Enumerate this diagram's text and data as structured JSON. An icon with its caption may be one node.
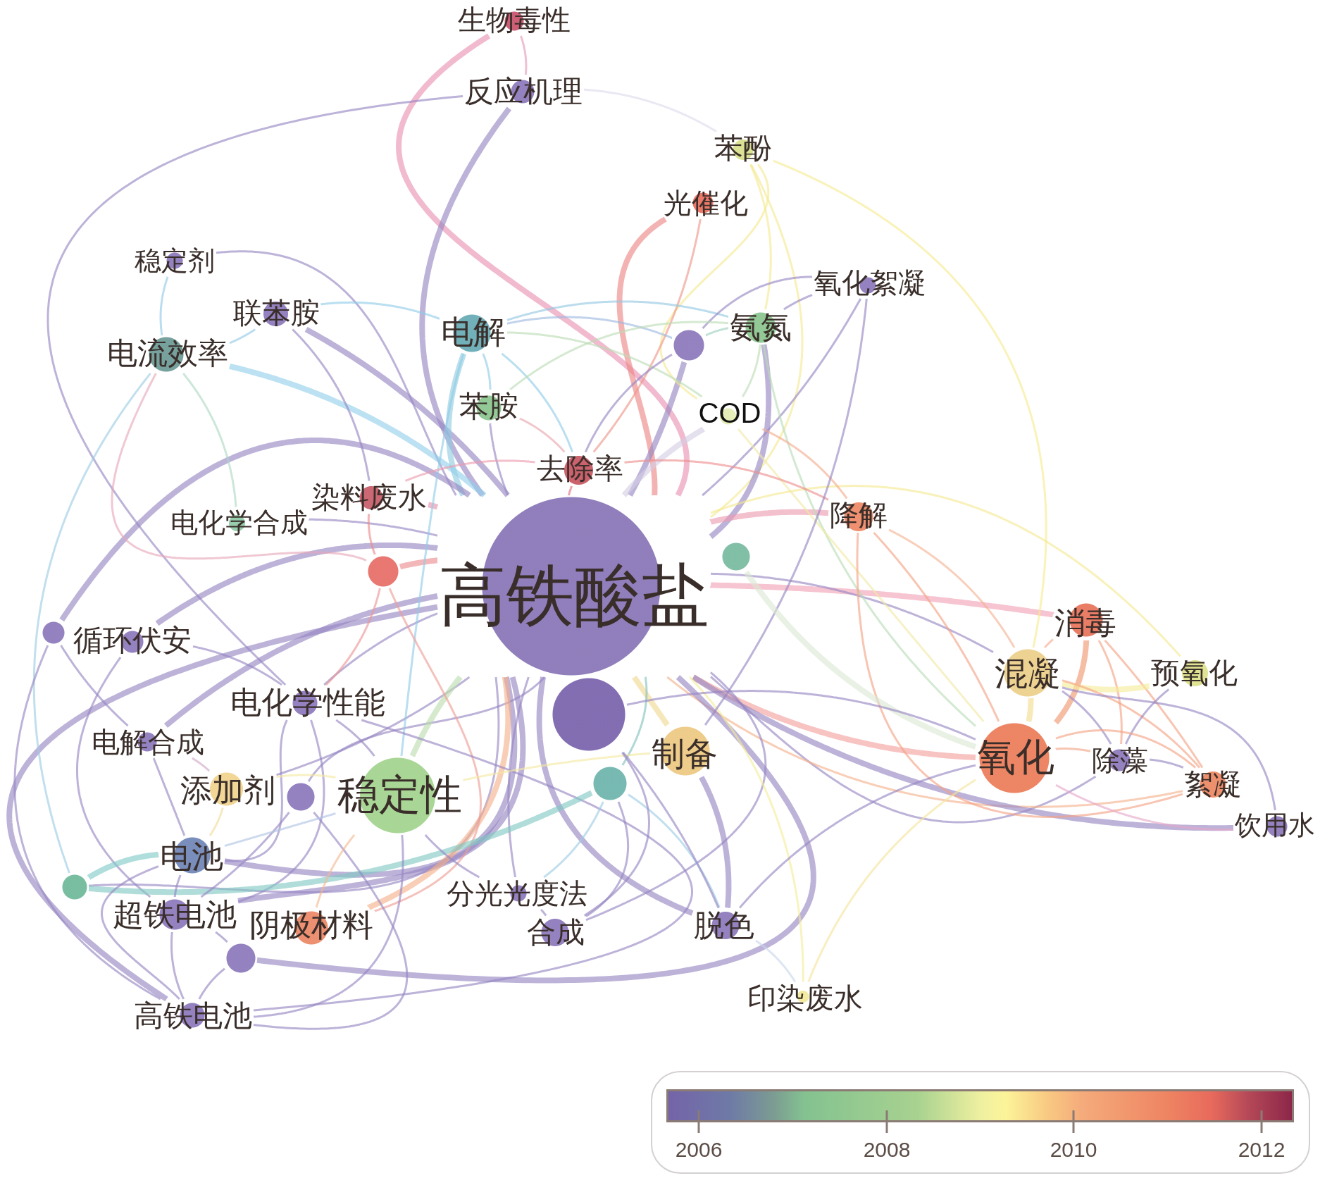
{
  "diagram": {
    "nodes": [
      {
        "text": [
          "生物毒性"
        ]
      },
      {
        "text": [
          "反应机理"
        ]
      },
      {
        "text": [
          "苯酚"
        ]
      },
      {
        "text": [
          "光催化"
        ]
      },
      {
        "text": [
          "稳定剂"
        ]
      },
      {
        "text": [
          "氧化絮凝"
        ]
      },
      {
        "text": [
          "联苯胺"
        ]
      },
      {
        "text": [
          "电解"
        ]
      },
      {
        "text": [
          "氨氮"
        ]
      },
      {
        "text": [],
        "shape": "circle"
      },
      {
        "text": [
          "电流效率"
        ]
      },
      {
        "text": [
          "苯胺"
        ]
      },
      {
        "text": [
          "COD"
        ]
      },
      {
        "text": [
          "去除率"
        ]
      },
      {
        "text": [
          "染料废水"
        ]
      },
      {
        "text": [
          "降解"
        ]
      },
      {
        "text": [
          "电化学合成"
        ]
      },
      {
        "text": [],
        "shape": "circle"
      },
      {
        "text": [],
        "shape": "circle"
      },
      {
        "text": [
          "高铁酸盐"
        ]
      },
      {
        "text": [
          "消毒"
        ]
      },
      {
        "text": [],
        "shape": "circle"
      },
      {
        "text": [
          "循环伏安"
        ]
      },
      {
        "text": [],
        "shape": "circle"
      },
      {
        "text": [
          "混凝"
        ]
      },
      {
        "text": [
          "预氧化"
        ]
      },
      {
        "text": [
          "电化学性能"
        ]
      },
      {
        "text": [
          "电解合成"
        ]
      },
      {
        "text": [
          "制备"
        ]
      },
      {
        "text": [],
        "shape": "circle"
      },
      {
        "text": [
          "氧化"
        ]
      },
      {
        "text": [
          "除藻"
        ]
      },
      {
        "text": [
          "絮凝"
        ]
      },
      {
        "text": [
          "添加剂"
        ]
      },
      {
        "text": [],
        "shape": "circle"
      },
      {
        "text": [
          "稳定性"
        ]
      },
      {
        "text": [
          "饮用水"
        ]
      },
      {
        "text": [
          "电池"
        ]
      },
      {
        "text": [],
        "shape": "circle"
      },
      {
        "text": [
          "分光光度法"
        ]
      },
      {
        "text": [
          "超铁电池"
        ]
      },
      {
        "text": [
          "阴极材料"
        ]
      },
      {
        "text": [
          "脱色"
        ]
      },
      {
        "text": [
          "合成"
        ]
      },
      {
        "text": [],
        "shape": "circle"
      },
      {
        "text": [
          "印染废水"
        ]
      },
      {
        "text": [
          "高铁电池"
        ]
      }
    ],
    "edges": [
      {
        "from": 19,
        "to": 0,
        "arrow": "none",
        "style": "thick",
        "color": "#e98fb0"
      },
      {
        "from": 19,
        "to": 1,
        "arrow": "none",
        "style": "thick"
      },
      {
        "from": 19,
        "to": 2,
        "arrow": "none",
        "color": "#f3e88e"
      },
      {
        "from": 19,
        "to": 3,
        "arrow": "none",
        "style": "thick",
        "color": "#ec8584"
      },
      {
        "from": 4,
        "to": 19,
        "arrow": "none"
      },
      {
        "from": 19,
        "to": 5,
        "arrow": "none"
      },
      {
        "from": 6,
        "to": 19,
        "arrow": "none",
        "style": "thick"
      },
      {
        "from": 19,
        "to": 7,
        "arrow": "none",
        "style": "thick",
        "color": "#8ecbe0"
      },
      {
        "from": 19,
        "to": 8,
        "arrow": "none",
        "style": "thick"
      },
      {
        "from": 19,
        "to": 9,
        "arrow": "none",
        "style": "thick"
      },
      {
        "from": 10,
        "to": 19,
        "arrow": "none",
        "style": "thick",
        "color": "#92cfea"
      },
      {
        "from": 19,
        "to": 11,
        "arrow": "none"
      },
      {
        "from": 19,
        "to": 12,
        "arrow": "none",
        "style": "thick",
        "color": "#d3cde4"
      },
      {
        "from": 19,
        "to": 13,
        "arrow": "none",
        "color": "#e2707c"
      },
      {
        "from": 14,
        "to": 19,
        "arrow": "none",
        "style": "thick",
        "color": "#e98fab"
      },
      {
        "from": 19,
        "to": 15,
        "arrow": "none",
        "style": "thick",
        "color": "#ec9aae"
      },
      {
        "from": 16,
        "to": 19,
        "arrow": "none"
      },
      {
        "from": 18,
        "to": 19,
        "arrow": "none",
        "style": "thick",
        "color": "#ec8a8e"
      },
      {
        "from": 19,
        "to": 20,
        "arrow": "none",
        "style": "thick",
        "color": "#f0a2b4"
      },
      {
        "from": 21,
        "to": 19,
        "arrow": "none",
        "style": "thick"
      },
      {
        "from": 22,
        "to": 19,
        "arrow": "none",
        "style": "thick"
      },
      {
        "from": 19,
        "to": 24,
        "arrow": "none"
      },
      {
        "from": 19,
        "to": 25,
        "arrow": "none",
        "color": "#f3e88e"
      },
      {
        "from": 26,
        "to": 19,
        "arrow": "none"
      },
      {
        "from": 27,
        "to": 19,
        "arrow": "none",
        "style": "thick"
      },
      {
        "from": 28,
        "to": 19,
        "arrow": "none",
        "style": "thick",
        "color": "#f1d892"
      },
      {
        "from": 29,
        "to": 19,
        "arrow": "none",
        "color": "#7fc0bc"
      },
      {
        "from": 30,
        "to": 19,
        "arrow": "none",
        "style": "thick",
        "color": "#f2a09c"
      },
      {
        "from": 19,
        "to": 31,
        "arrow": "none"
      },
      {
        "from": 19,
        "to": 32,
        "arrow": "none",
        "color": "#f3b08a"
      },
      {
        "from": 33,
        "to": 19,
        "arrow": "none"
      },
      {
        "from": 34,
        "to": 19,
        "arrow": "none"
      },
      {
        "from": 35,
        "to": 19,
        "arrow": "none",
        "style": "thick",
        "color": "#bcdcae"
      },
      {
        "from": 19,
        "to": 36,
        "arrow": "none",
        "style": "thick"
      },
      {
        "from": 37,
        "to": 19,
        "arrow": "none",
        "style": "thick"
      },
      {
        "from": 38,
        "to": 19,
        "arrow": "none"
      },
      {
        "from": 39,
        "to": 19,
        "arrow": "none"
      },
      {
        "from": 40,
        "to": 19,
        "arrow": "none",
        "style": "thick"
      },
      {
        "from": 41,
        "to": 19,
        "arrow": "none",
        "style": "thick",
        "color": "#f3b08a"
      },
      {
        "from": 42,
        "to": 19,
        "arrow": "none",
        "style": "thick"
      },
      {
        "from": 43,
        "to": 19,
        "arrow": "none"
      },
      {
        "from": 44,
        "to": 19,
        "arrow": "none",
        "style": "thick"
      },
      {
        "from": 45,
        "to": 19,
        "arrow": "none",
        "color": "#f3ec98"
      },
      {
        "from": 46,
        "to": 19,
        "arrow": "none",
        "style": "thick"
      },
      {
        "from": 0,
        "to": 1,
        "arrow": "none",
        "color": "#e49ab8"
      },
      {
        "from": 1,
        "to": 2,
        "arrow": "none",
        "color": "#dcdaec"
      },
      {
        "from": 1,
        "to": 26,
        "arrow": "none"
      },
      {
        "from": 2,
        "to": 8,
        "arrow": "none",
        "color": "#f3e88e"
      },
      {
        "from": 2,
        "to": 24,
        "arrow": "none",
        "color": "#f6ea8e"
      },
      {
        "from": 2,
        "to": 12,
        "arrow": "none",
        "color": "#f3e88e"
      },
      {
        "from": 3,
        "to": 13,
        "arrow": "none",
        "color": "#ee9488"
      },
      {
        "from": 10,
        "to": 4,
        "arrow": "none",
        "color": "#92c8e6"
      },
      {
        "from": 6,
        "to": 10,
        "arrow": "none",
        "color": "#92c8e6"
      },
      {
        "from": 6,
        "to": 7,
        "arrow": "none",
        "color": "#8ecce6"
      },
      {
        "from": 6,
        "to": 14,
        "arrow": "none"
      },
      {
        "from": 7,
        "to": 8,
        "arrow": "none",
        "color": "#92c6e2"
      },
      {
        "from": 7,
        "to": 9,
        "arrow": "none",
        "color": "#9cb8e0"
      },
      {
        "from": 7,
        "to": 11,
        "arrow": "none",
        "color": "#8ecce6"
      },
      {
        "from": 7,
        "to": 13,
        "arrow": "none",
        "color": "#8ecce6"
      },
      {
        "from": 35,
        "to": 7,
        "arrow": "none",
        "color": "#8ecce6"
      },
      {
        "from": 7,
        "to": 12,
        "arrow": "none",
        "color": "#bcdcb4"
      },
      {
        "from": 9,
        "to": 8,
        "arrow": "none",
        "color": "#9cd0c0"
      },
      {
        "from": 8,
        "to": 5,
        "arrow": "none"
      },
      {
        "from": 9,
        "to": 5,
        "arrow": "none"
      },
      {
        "from": 8,
        "to": 12,
        "arrow": "none",
        "color": "#bcdcb4"
      },
      {
        "from": 30,
        "to": 8,
        "arrow": "none",
        "color": "#b8dcb4"
      },
      {
        "from": 13,
        "to": 9,
        "arrow": "none"
      },
      {
        "from": 10,
        "to": 38,
        "arrow": "none",
        "color": "#9ccce4"
      },
      {
        "from": 10,
        "to": 16,
        "arrow": "none",
        "color": "#acd8c4"
      },
      {
        "from": 10,
        "to": 18,
        "arrow": "none",
        "color": "#e6a6b8"
      },
      {
        "from": 11,
        "to": 8,
        "arrow": "none",
        "color": "#bcdcb4"
      },
      {
        "from": 11,
        "to": 13,
        "arrow": "none",
        "color": "#e8a4ac"
      },
      {
        "from": 12,
        "to": 15,
        "arrow": "none",
        "color": "#f3aa8c"
      },
      {
        "from": 12,
        "to": 30,
        "arrow": "none",
        "color": "#f1e8a4"
      },
      {
        "from": 13,
        "to": 15,
        "arrow": "none",
        "color": "#ee8c8c"
      },
      {
        "from": 14,
        "to": 13,
        "arrow": "none",
        "color": "#ec9aac"
      },
      {
        "from": 18,
        "to": 14,
        "arrow": "none",
        "color": "#ec8888"
      },
      {
        "from": 5,
        "to": 28,
        "arrow": "none"
      },
      {
        "from": 15,
        "to": 30,
        "arrow": "none",
        "color": "#f3a282"
      },
      {
        "from": 15,
        "to": 32,
        "arrow": "none",
        "color": "#f3a282"
      },
      {
        "from": 15,
        "to": 24,
        "arrow": "none",
        "color": "#f4b292"
      },
      {
        "from": 30,
        "to": 17,
        "arrow": "none",
        "style": "thick",
        "color": "#dce6d4"
      },
      {
        "from": 18,
        "to": 26,
        "arrow": "none",
        "color": "#ec9494"
      },
      {
        "from": 18,
        "to": 41,
        "arrow": "none",
        "color": "#ee9c94"
      },
      {
        "from": 30,
        "to": 20,
        "arrow": "none",
        "style": "thick",
        "color": "#f1946e"
      },
      {
        "from": 24,
        "to": 20,
        "arrow": "none",
        "color": "#f4aa8a"
      },
      {
        "from": 20,
        "to": 32,
        "arrow": "none",
        "color": "#f3a282"
      },
      {
        "from": 20,
        "to": 31,
        "arrow": "none",
        "color": "#f3a282"
      },
      {
        "from": 21,
        "to": 27,
        "arrow": "none"
      },
      {
        "from": 46,
        "to": 21,
        "arrow": "none"
      },
      {
        "from": 22,
        "to": 26,
        "arrow": "none"
      },
      {
        "from": 22,
        "to": 40,
        "arrow": "none"
      },
      {
        "from": 24,
        "to": 30,
        "arrow": "none",
        "style": "thick",
        "color": "#f4dc8e"
      },
      {
        "from": 25,
        "to": 24,
        "arrow": "none",
        "style": "thick",
        "color": "#f6ec9a"
      },
      {
        "from": 24,
        "to": 31,
        "arrow": "none"
      },
      {
        "from": 24,
        "to": 32,
        "arrow": "none",
        "color": "#f3a282"
      },
      {
        "from": 31,
        "to": 25,
        "arrow": "none"
      },
      {
        "from": 37,
        "to": 26,
        "arrow": "none"
      },
      {
        "from": 40,
        "to": 26,
        "arrow": "none"
      },
      {
        "from": 46,
        "to": 26,
        "arrow": "none"
      },
      {
        "from": 26,
        "to": 35,
        "arrow": "none"
      },
      {
        "from": 27,
        "to": 33,
        "arrow": "none",
        "color": "#d2a4c4"
      },
      {
        "from": 27,
        "to": 37,
        "arrow": "none"
      },
      {
        "from": 28,
        "to": 42,
        "arrow": "none",
        "style": "thick"
      },
      {
        "from": 35,
        "to": 28,
        "arrow": "none",
        "color": "#f3e8a0"
      },
      {
        "from": 38,
        "to": 29,
        "arrow": "none",
        "style": "thick",
        "color": "#80c8c2"
      },
      {
        "from": 29,
        "to": 43,
        "arrow": "none"
      },
      {
        "from": 29,
        "to": 39,
        "arrow": "none",
        "color": "#9ccce4"
      },
      {
        "from": 29,
        "to": 42,
        "arrow": "none",
        "color": "#9ccce4"
      },
      {
        "from": 30,
        "to": 32,
        "arrow": "none",
        "color": "#f3a282"
      },
      {
        "from": 36,
        "to": 30,
        "arrow": "none",
        "color": "#e6a6c8"
      },
      {
        "from": 30,
        "to": 31,
        "arrow": "none",
        "color": "#f3a282"
      },
      {
        "from": 45,
        "to": 30,
        "arrow": "none",
        "color": "#f3e49a"
      },
      {
        "from": 42,
        "to": 30,
        "arrow": "none"
      },
      {
        "from": 31,
        "to": 32,
        "arrow": "none"
      },
      {
        "from": 33,
        "to": 37,
        "arrow": "none",
        "color": "#f1dc9a"
      },
      {
        "from": 33,
        "to": 35,
        "arrow": "none",
        "color": "#f3e8a0"
      },
      {
        "from": 46,
        "to": 34,
        "arrow": "none"
      },
      {
        "from": 40,
        "to": 34,
        "arrow": "none"
      },
      {
        "from": 37,
        "to": 35,
        "arrow": "none",
        "color": "#aec4e4"
      },
      {
        "from": 41,
        "to": 35,
        "arrow": "none",
        "color": "#f4b892"
      },
      {
        "from": 46,
        "to": 35,
        "arrow": "none"
      },
      {
        "from": 38,
        "to": 37,
        "arrow": "none",
        "style": "thick",
        "color": "#7ecac8"
      },
      {
        "from": 40,
        "to": 37,
        "arrow": "none"
      },
      {
        "from": 46,
        "to": 37,
        "arrow": "none"
      },
      {
        "from": 39,
        "to": 43,
        "arrow": "none"
      },
      {
        "from": 39,
        "to": 35,
        "arrow": "none"
      },
      {
        "from": 46,
        "to": 40,
        "arrow": "none"
      },
      {
        "from": 40,
        "to": 44,
        "arrow": "none"
      },
      {
        "from": 42,
        "to": 45,
        "arrow": "none",
        "color": "#c6d6ea"
      },
      {
        "from": 46,
        "to": 44,
        "arrow": "none"
      },
      {
        "from": 36,
        "to": 24,
        "arrow": "none"
      },
      {
        "from": 23,
        "to": 42,
        "arrow": "none"
      },
      {
        "from": 23,
        "to": 43,
        "arrow": "none"
      },
      {
        "from": 23,
        "to": 30,
        "arrow": "none"
      }
    ],
    "labels": [
      "2006",
      "2008",
      "2010",
      "2012"
    ]
  }
}
